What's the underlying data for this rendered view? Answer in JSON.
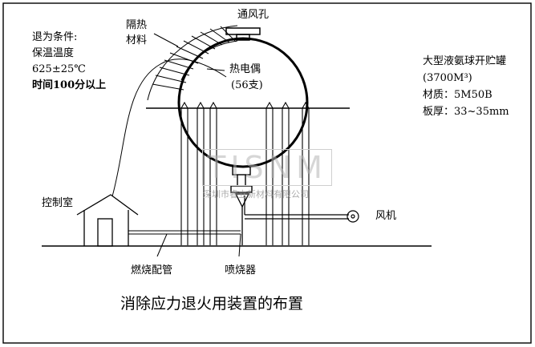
{
  "diagram": {
    "title": "消除应力退火用装置的布置",
    "labels": {
      "vent": "通风孔",
      "insulation_line1": "隔热",
      "insulation_line2": "材料",
      "thermocouple_line1": "热电偶",
      "thermocouple_line2": "(56支)",
      "control_room": "控制室",
      "fuel_pipe": "燃烧配管",
      "burner": "喷烧器",
      "fan": "风机"
    },
    "annealing_conditions": {
      "heading": "退为条件:",
      "line1": "保温温度",
      "line2": "625±25℃",
      "line3": "时间100分以上"
    },
    "tank_spec": {
      "line1": "大型液氨球开贮罐",
      "line2": "(3700M³)",
      "line3": "材质：5M50B",
      "line4": "板厚：33~35mm"
    },
    "watermark": {
      "logo": "TISNM",
      "company": "深圳市睿立新材料有限公司"
    }
  }
}
